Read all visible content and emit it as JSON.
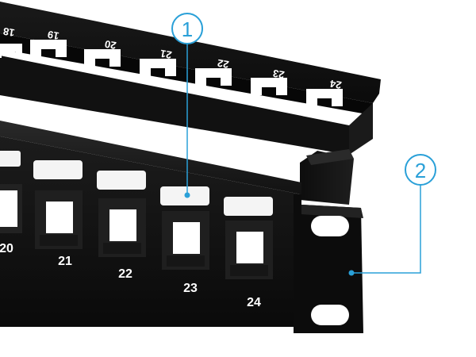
{
  "panel": {
    "rear_bar_numbers": [
      "18",
      "19",
      "20",
      "21",
      "22",
      "23",
      "24"
    ],
    "front_port_numbers": [
      "20",
      "21",
      "22",
      "23",
      "24"
    ]
  },
  "callouts": [
    {
      "label": "1",
      "meaning": ""
    },
    {
      "label": "2",
      "meaning": ""
    }
  ],
  "colors": {
    "panel_black": "#101010",
    "callout_blue": "#2aa0d8",
    "label_white": "#f4f4f4"
  }
}
